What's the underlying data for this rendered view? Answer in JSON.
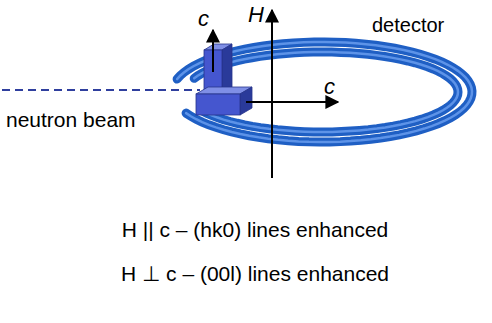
{
  "diagram": {
    "labels": [
      "c",
      "H",
      "detector",
      "c",
      "neutron beam",
      "H || c – (hk0) lines enhanced",
      "H ⊥ c – (00l) lines enhanced"
    ]
  }
}
